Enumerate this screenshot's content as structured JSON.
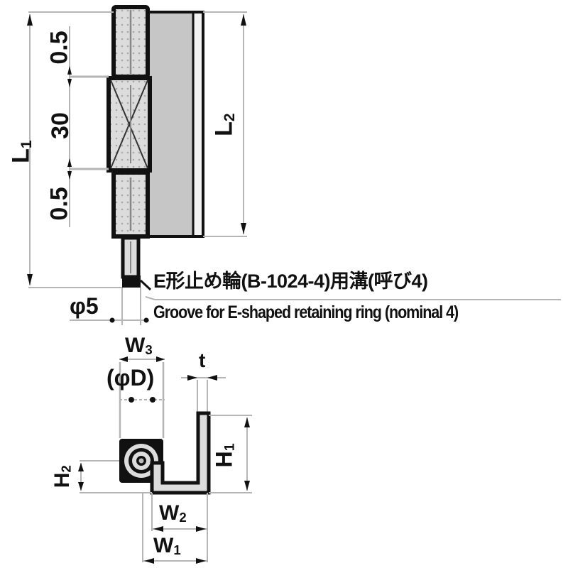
{
  "diagram": {
    "type": "engineering-dimension-drawing",
    "subject": "hinge with pin shaft, front view and end view",
    "colors": {
      "outline": "#111111",
      "dimension_line": "#b5b5b5",
      "plate_fill": "#c6c6c6",
      "knuckle_fill": "#dcdcdc",
      "background": "#ffffff"
    },
    "front_view": {
      "dimensions": {
        "overall_length": {
          "symbol": "L",
          "sub": "1"
        },
        "plate_length": {
          "symbol": "L",
          "sub": "2"
        },
        "top_gap": "0.5",
        "center_knuckle": "30",
        "bottom_gap": "0.5",
        "shaft_diameter": "φ5"
      },
      "note_jp": "E形止め輪(B-1024-4)用溝(呼び4)",
      "note_en": "Groove for E-shaped retaining ring (nominal 4)"
    },
    "end_view": {
      "dimensions": {
        "w3": {
          "symbol": "W",
          "sub": "3"
        },
        "phi_d": "(φD)",
        "t": "t",
        "h1": {
          "symbol": "H",
          "sub": "1"
        },
        "h2": {
          "symbol": "H",
          "sub": "2"
        },
        "w2": {
          "symbol": "W",
          "sub": "2"
        },
        "w1": {
          "symbol": "W",
          "sub": "1"
        }
      }
    }
  }
}
